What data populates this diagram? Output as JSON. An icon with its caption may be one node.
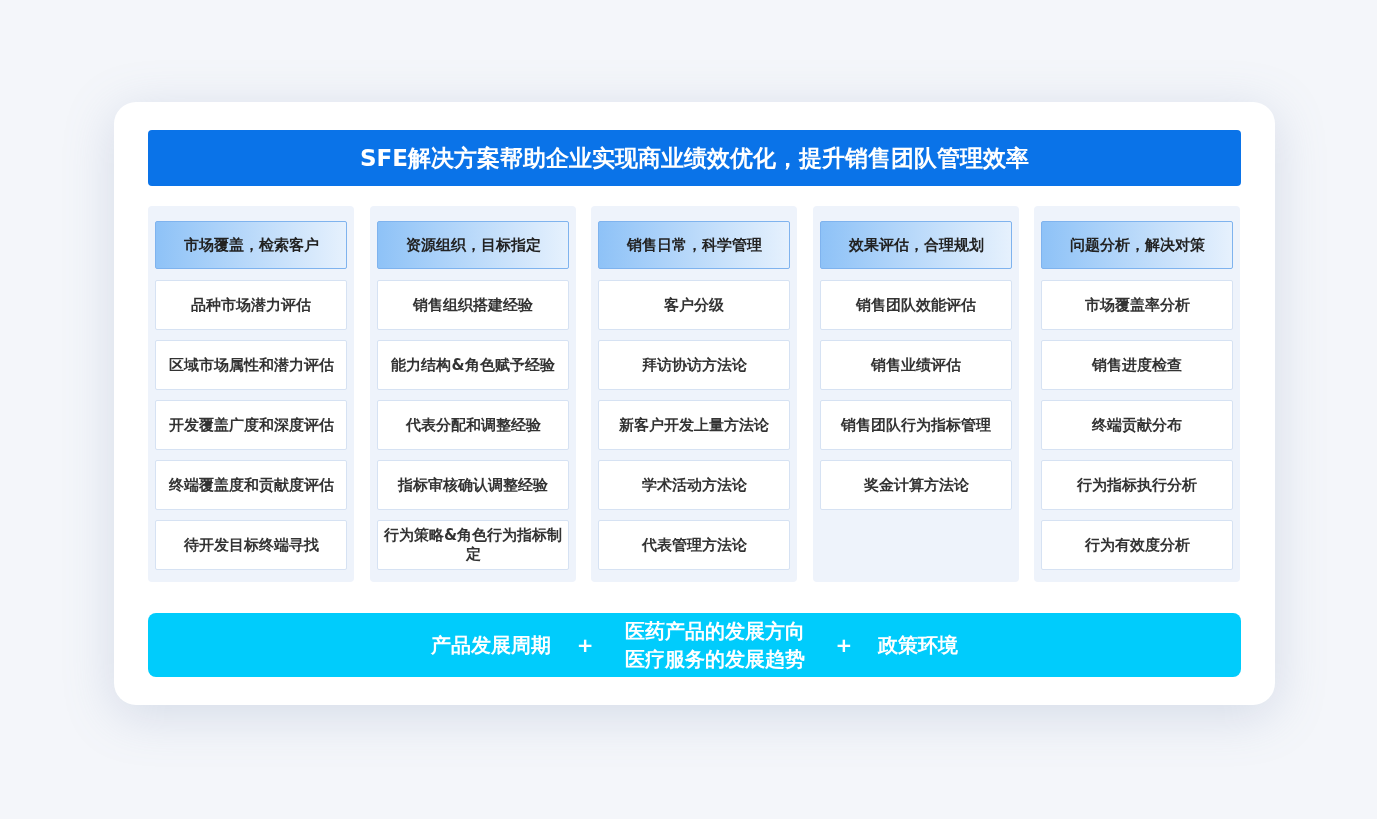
{
  "diagram": {
    "nodes": [
      {
        "text": [
          "SFE解决方案帮助企业实现商业绩效优化，提升销售团队管理效率"
        ]
      },
      {
        "text": [],
        "shape": "box"
      },
      {
        "text": [
          "市场覆盖，检索客户"
        ],
        "in": 1
      },
      {
        "text": [
          "品种市场潜力评估"
        ],
        "in": 1
      },
      {
        "text": [
          "区域市场属性和潜力评估"
        ],
        "in": 1
      },
      {
        "text": [
          "开发覆盖广度和深度评估"
        ],
        "in": 1
      },
      {
        "text": [
          "终端覆盖度和贡献度评估"
        ],
        "in": 1
      },
      {
        "text": [
          "待开发目标终端寻找"
        ],
        "in": 1
      },
      {
        "text": [],
        "shape": "box"
      },
      {
        "text": [
          "资源组织，目标指定"
        ],
        "in": 8
      },
      {
        "text": [
          "销售组织搭建经验"
        ],
        "in": 8
      },
      {
        "text": [
          "能力结构&角色赋予经验"
        ],
        "in": 8
      },
      {
        "text": [
          "代表分配和调整经验"
        ],
        "in": 8
      },
      {
        "text": [
          "指标审核确认调整经验"
        ],
        "in": 8
      },
      {
        "text": [
          "行为策略&角色行为指标制定"
        ],
        "in": 8
      },
      {
        "text": [],
        "shape": "box"
      },
      {
        "text": [
          "销售日常，科学管理"
        ],
        "in": 15
      },
      {
        "text": [
          "客户分级"
        ],
        "in": 15
      },
      {
        "text": [
          "拜访协访方法论"
        ],
        "in": 15
      },
      {
        "text": [
          "新客户开发上量方法论"
        ],
        "in": 15
      },
      {
        "text": [
          "学术活动方法论"
        ],
        "in": 15
      },
      {
        "text": [
          "代表管理方法论"
        ],
        "in": 15
      },
      {
        "text": [],
        "shape": "box"
      },
      {
        "text": [
          "效果评估，合理规划"
        ],
        "in": 22
      },
      {
        "text": [
          "销售团队效能评估"
        ],
        "in": 22
      },
      {
        "text": [
          "销售业绩评估"
        ],
        "in": 22
      },
      {
        "text": [
          "销售团队行为指标管理"
        ],
        "in": 22
      },
      {
        "text": [
          "奖金计算方法论"
        ],
        "in": 22
      },
      {
        "text": [],
        "shape": "box"
      },
      {
        "text": [
          "问题分析，解决对策"
        ],
        "in": 28
      },
      {
        "text": [
          "市场覆盖率分析"
        ],
        "in": 28
      },
      {
        "text": [
          "销售进度检查"
        ],
        "in": 28
      },
      {
        "text": [
          "终端贡献分布"
        ],
        "in": 28
      },
      {
        "text": [
          "行为指标执行分析"
        ],
        "in": 28
      },
      {
        "text": [
          "行为有效度分析"
        ],
        "in": 28
      },
      {
        "text": [
          "产品发展周期",
          "+",
          "医药产品的发展方向医疗服务的发展趋势",
          "+",
          "政策环境"
        ]
      }
    ]
  }
}
